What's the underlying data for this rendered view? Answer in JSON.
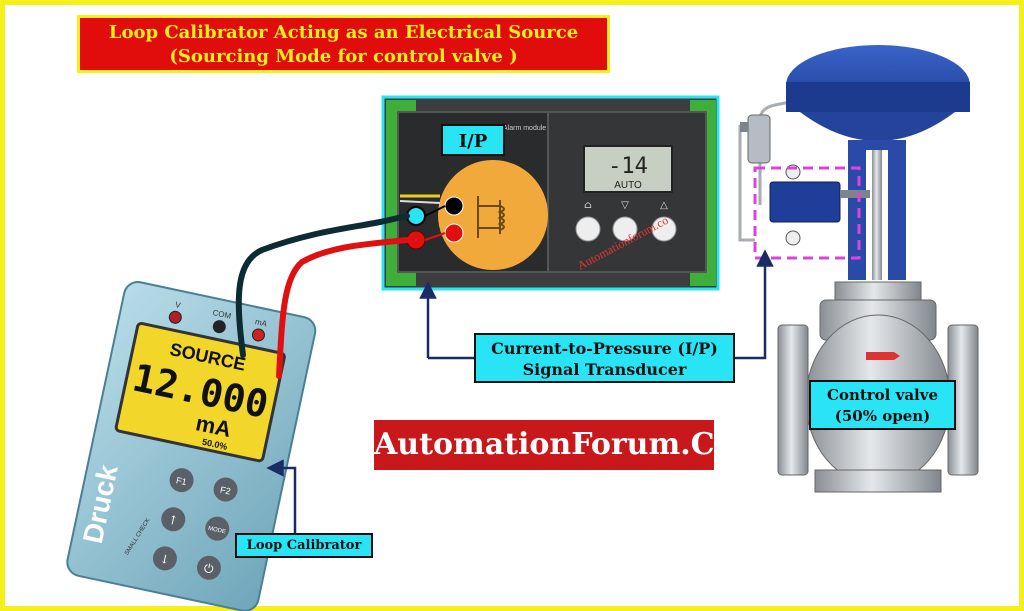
{
  "title": {
    "line1": "Loop Calibrator Acting as an Electrical Source",
    "line2": "(Sourcing Mode for control valve )"
  },
  "labels": {
    "ip_tag": "I/P",
    "transducer_line1": "Current-to-Pressure (I/P)",
    "transducer_line2": "Signal Transducer",
    "control_valve_line1": "Control valve",
    "control_valve_line2": "(50% open)",
    "loop_calibrator": "Loop Calibrator",
    "brand": "AutomationForum.Co"
  },
  "calibrator": {
    "mode": "SOURCE",
    "reading": "12.000",
    "unit": "mA",
    "percent": "50.0%",
    "brand_name": "Druck",
    "terminal_v": "V",
    "terminal_com": "COM",
    "terminal_ma": "mA",
    "key_f1": "F1",
    "key_f2": "F2",
    "key_mode": "MODE",
    "small_check": "SMALL CHECK"
  },
  "ip_module": {
    "lcd_reading": "-14",
    "lcd_sub": "AUTO",
    "alarm_text": "Alarm module",
    "watermark": "Automationforum.co"
  },
  "colors": {
    "frame": "#f5ef1a",
    "title_bg": "#e10c0c",
    "label_bg": "#29e4f4",
    "brand_bg": "#c8181b",
    "wire_black": "#0d2b33",
    "wire_red": "#e01010",
    "arrow": "#1a2c66",
    "coil_disc": "#f2a93b",
    "highlight": "#e040e0"
  }
}
